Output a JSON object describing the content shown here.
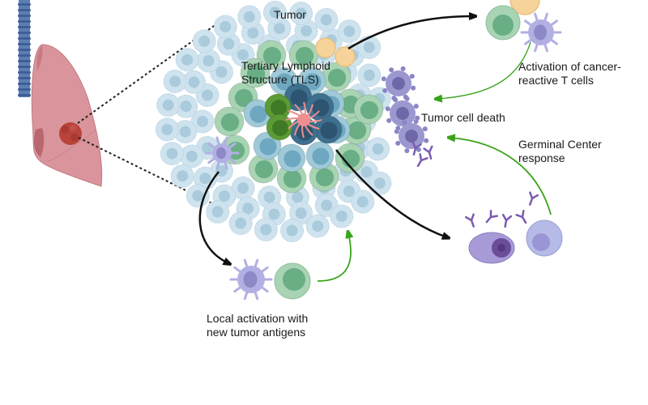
{
  "labels": {
    "tumor": "Tumor",
    "tls_line1": "Tertiary Lymphoid",
    "tls_line2": "Structure (TLS)",
    "activation_line1": "Activation of cancer-",
    "activation_line2": "reactive T cells",
    "tumor_cell_death": "Tumor cell death",
    "germinal_line1": "Germinal Center",
    "germinal_line2": "response",
    "local_line1": "Local activation with",
    "local_line2": "new tumor antigens"
  },
  "colors": {
    "lung": "#d9959b",
    "lung_dark": "#b96670",
    "trachea": "#5b7fb5",
    "tumor_mass": "#b8443a",
    "tumor_cell": "#cfe3ee",
    "tumor_cell_nucleus": "#a9cbdc",
    "t_cell_outer": "#a8d4b4",
    "t_cell_inner": "#6aae86",
    "b_cell_outer": "#9fc9d8",
    "b_cell_inner": "#6ea7c0",
    "dark_b_outer": "#3f6f8e",
    "dark_b_inner": "#2d5470",
    "gc_b_outer": "#5c9a35",
    "gc_b_inner": "#3f7a24",
    "fdc": "#ef8f90",
    "yellow_cell": "#f6d39a",
    "dendritic": "#b2b0e3",
    "dendritic_nucleus": "#8d89c6",
    "dying_cell": "#8a86c4",
    "plasma": "#a89ad6",
    "antibody": "#7a5ab0",
    "arrow_black": "#111111",
    "arrow_green": "#3aa31c"
  }
}
